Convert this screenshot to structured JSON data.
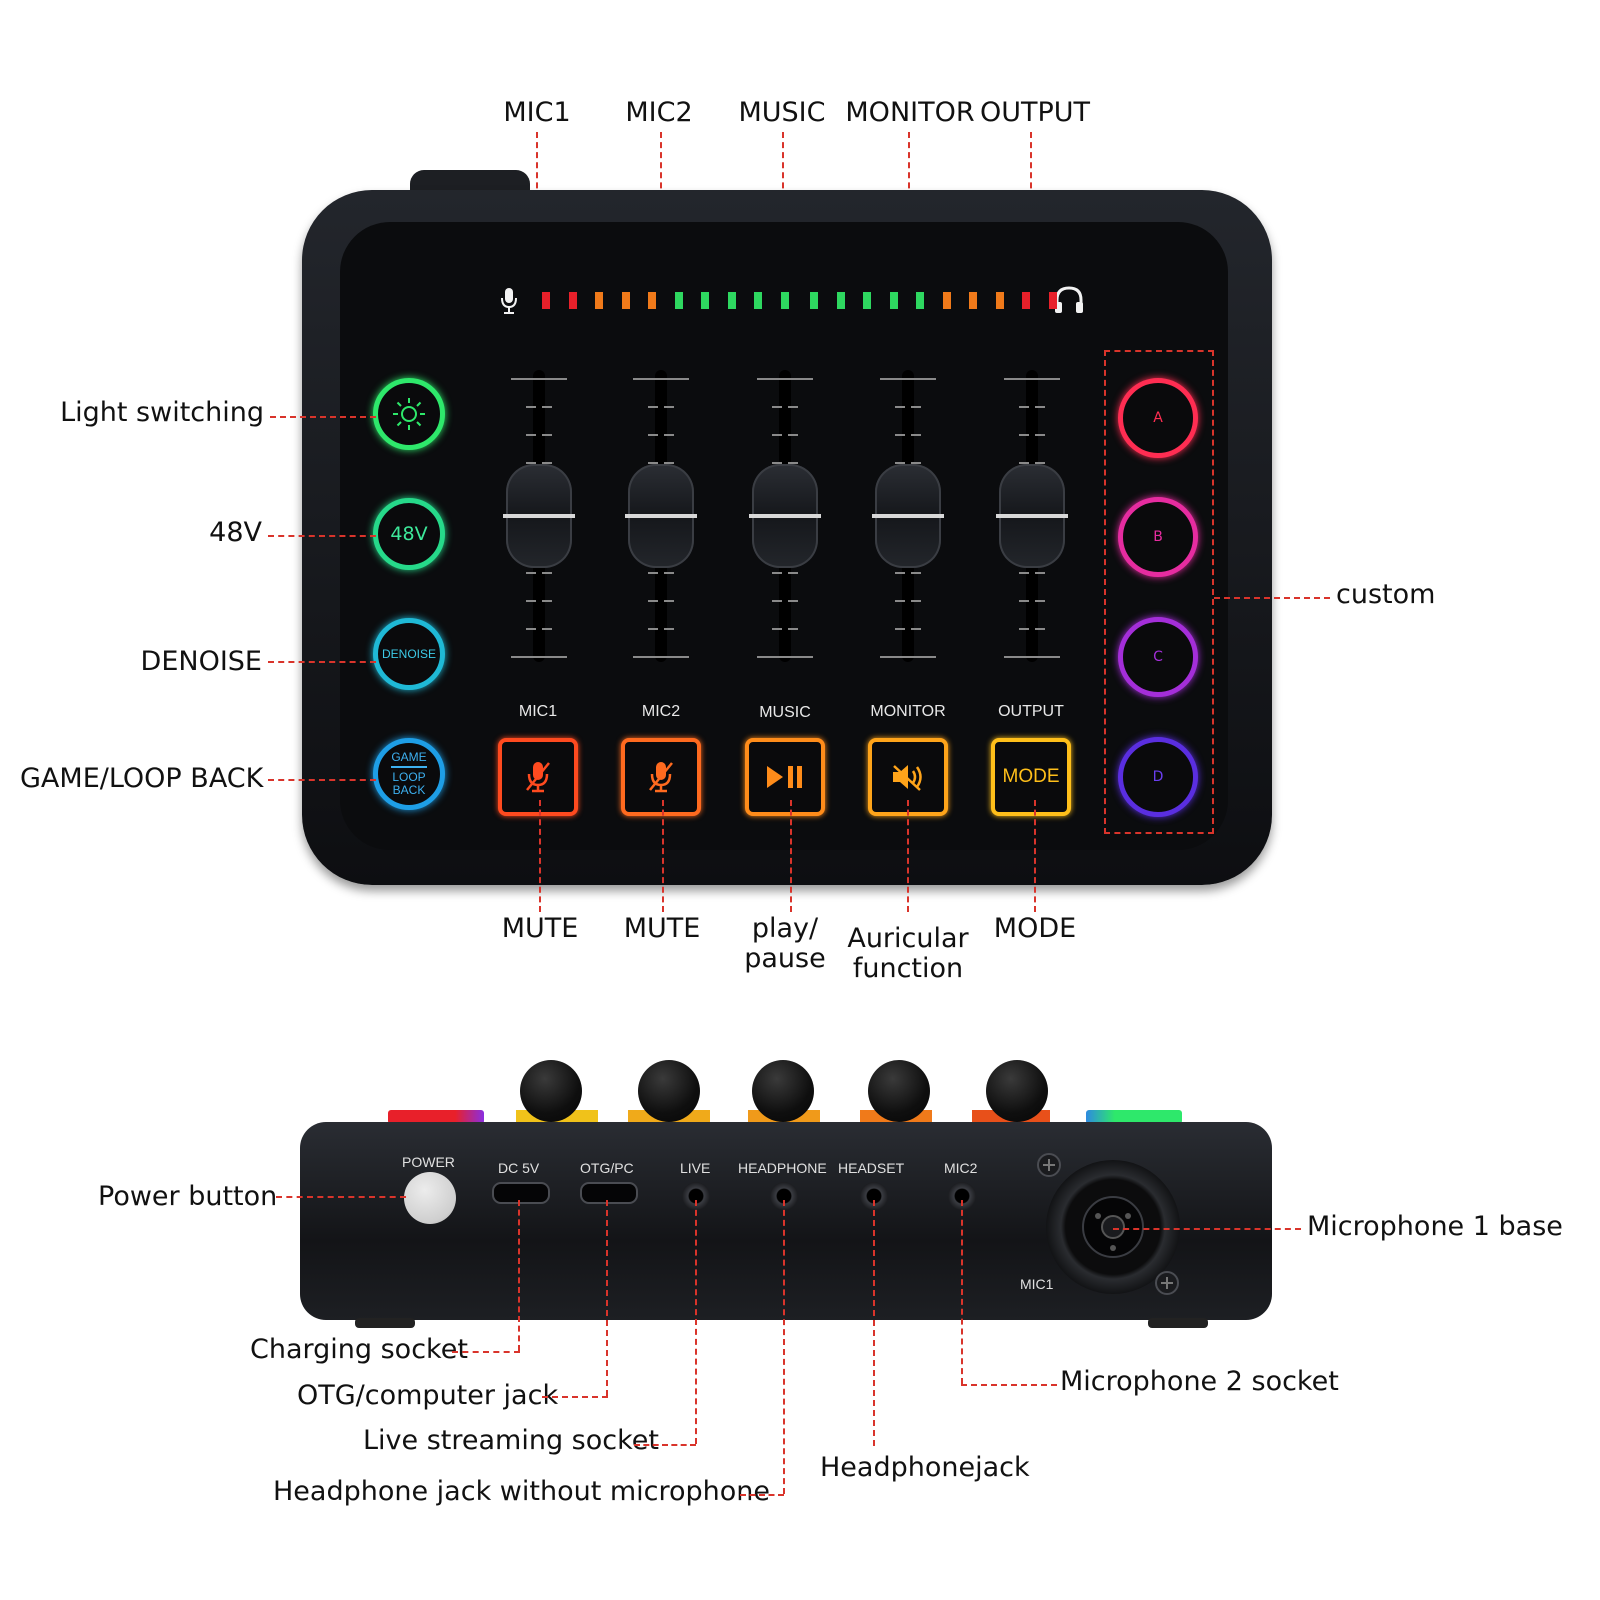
{
  "top_labels": {
    "faders": [
      "MIC1",
      "MIC2",
      "MUSIC",
      "MONITOR",
      "OUTPUT"
    ],
    "left": [
      "Light switching",
      "48V",
      "DENOISE",
      "GAME/LOOP BACK"
    ],
    "right": "custom",
    "bottom": [
      "MUTE",
      "MUTE",
      "play/\npause",
      "Auricular\nfunction",
      "MODE"
    ]
  },
  "device_top": {
    "channel_labels": [
      "MIC1",
      "MIC2",
      "MUSIC",
      "MONITOR",
      "OUTPUT"
    ],
    "left_buttons": {
      "b48v": "48V",
      "denoise": "DENOISE",
      "game": "GAME",
      "loop": "LOOP",
      "back": "BACK"
    },
    "mode_button": "MODE",
    "custom_buttons": [
      "A",
      "B",
      "C",
      "D"
    ],
    "colors": {
      "light": "#2ee86b",
      "b48v": "#26d98a",
      "denoise": "#1fb9d6",
      "game": "#1e9ee6",
      "a": "#ff2d52",
      "b": "#e62ca0",
      "c": "#a42ed9",
      "d": "#5a2ee0",
      "mute1": "#ff4a1f",
      "mute2": "#ff6a1f",
      "play": "#ff8c1a",
      "monitor": "#ffa41a",
      "mode": "#ffbf1a"
    }
  },
  "device_bottom": {
    "ports": [
      "POWER",
      "DC 5V",
      "OTG/PC",
      "LIVE",
      "HEADPHONE",
      "HEADSET",
      "MIC2",
      "MIC1"
    ]
  },
  "bottom_callouts": {
    "power": "Power button",
    "charging": "Charging socket",
    "otg": "OTG/computer jack",
    "live": "Live streaming socket",
    "headphone_nomic": "Headphone jack without microphone",
    "headphonejack": "Headphonejack",
    "mic2": "Microphone 2 socket",
    "mic1": "Microphone 1 base"
  }
}
